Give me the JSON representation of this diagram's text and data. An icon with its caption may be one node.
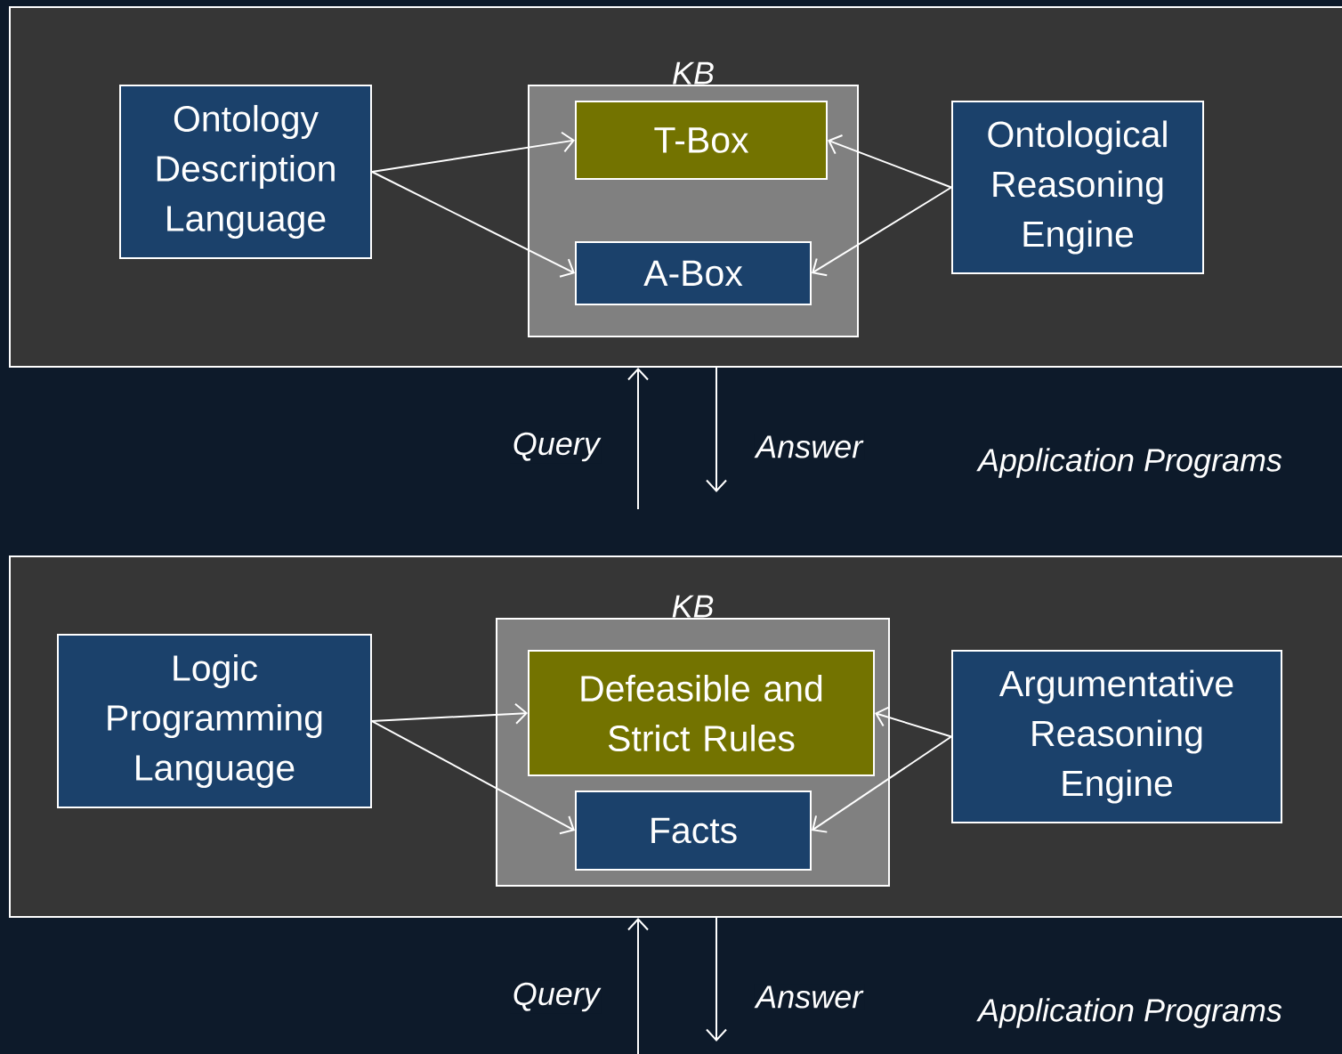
{
  "diagram": {
    "nodes": [
      {
        "text": [],
        "shape": "box"
      },
      {
        "text": [
          "Ontology Description Language"
        ],
        "in": 0
      },
      {
        "text": [
          "KB"
        ],
        "in": 0
      },
      {
        "text": [
          "T-Box"
        ],
        "in": 2
      },
      {
        "text": [
          "A-Box"
        ],
        "in": 2
      },
      {
        "text": [
          "Ontological Reasoning Engine"
        ],
        "in": 0
      },
      {
        "text": [],
        "shape": "box"
      },
      {
        "text": [
          "Logic Programming Language"
        ],
        "in": 6
      },
      {
        "text": [
          "KB"
        ],
        "in": 6
      },
      {
        "text": [
          "Defeasible and Strict Rules"
        ],
        "in": 8
      },
      {
        "text": [
          "Facts"
        ],
        "in": 8
      },
      {
        "text": [
          "Argumentative Reasoning Engine"
        ],
        "in": 6
      }
    ],
    "edges": [
      {
        "from": 1,
        "to": 3,
        "arrow": "to"
      },
      {
        "from": 1,
        "to": 4,
        "arrow": "to"
      },
      {
        "from": 5,
        "to": 3,
        "arrow": "to"
      },
      {
        "from": 5,
        "to": 4,
        "arrow": "to"
      },
      {
        "from": null,
        "to": 0,
        "arrow": "to",
        "label": "Query"
      },
      {
        "from": 0,
        "to": null,
        "arrow": "to",
        "label": "Answer"
      },
      {
        "from": 7,
        "to": 9,
        "arrow": "to"
      },
      {
        "from": 7,
        "to": 10,
        "arrow": "to"
      },
      {
        "from": 11,
        "to": 9,
        "arrow": "to"
      },
      {
        "from": 11,
        "to": 10,
        "arrow": "to"
      },
      {
        "from": null,
        "to": 6,
        "arrow": "to",
        "label": "Query"
      },
      {
        "from": 6,
        "to": null,
        "arrow": "to",
        "label": "Answer"
      }
    ],
    "labels": [
      "Application Programs",
      "Application Programs"
    ]
  }
}
